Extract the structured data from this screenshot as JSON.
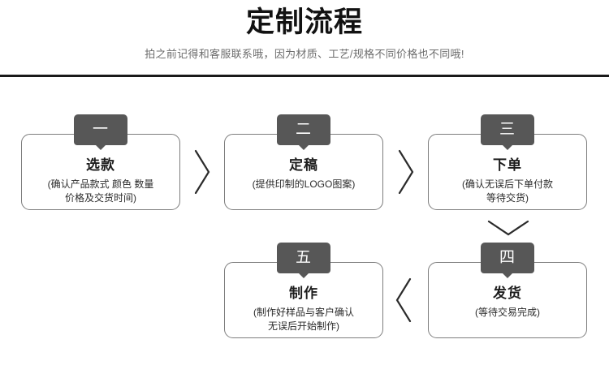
{
  "header": {
    "title": "定制流程",
    "subtitle": "拍之前记得和客服联系哦，因为材质、工艺/规格不同价格也不同哦!"
  },
  "theme": {
    "badge_color": "#575757",
    "card_border_color": "#7d7d7d",
    "divider_color": "#1a1a1a",
    "title_color": "#121212",
    "subtitle_color": "#6d6d6d",
    "background": "#ffffff"
  },
  "flow": {
    "steps": [
      {
        "badge": "一",
        "name": "选款",
        "desc": "(确认产品款式 颜色 数量\n价格及交货时间)"
      },
      {
        "badge": "二",
        "name": "定稿",
        "desc": "(提供印制的LOGO图案)"
      },
      {
        "badge": "三",
        "name": "下单",
        "desc": "(确认无误后下单付款\n等待交货)"
      },
      {
        "badge": "四",
        "name": "发货",
        "desc": "(等待交易完成)"
      },
      {
        "badge": "五",
        "name": "制作",
        "desc": "(制作好样品与客户确认\n无误后开始制作)"
      }
    ],
    "connectors": [
      {
        "icon": "chevron-right-icon",
        "from": "一",
        "to": "二"
      },
      {
        "icon": "chevron-right-icon",
        "from": "二",
        "to": "三"
      },
      {
        "icon": "chevron-down-icon",
        "from": "三",
        "to": "四"
      },
      {
        "icon": "chevron-left-icon",
        "from": "四",
        "to": "五"
      }
    ]
  }
}
